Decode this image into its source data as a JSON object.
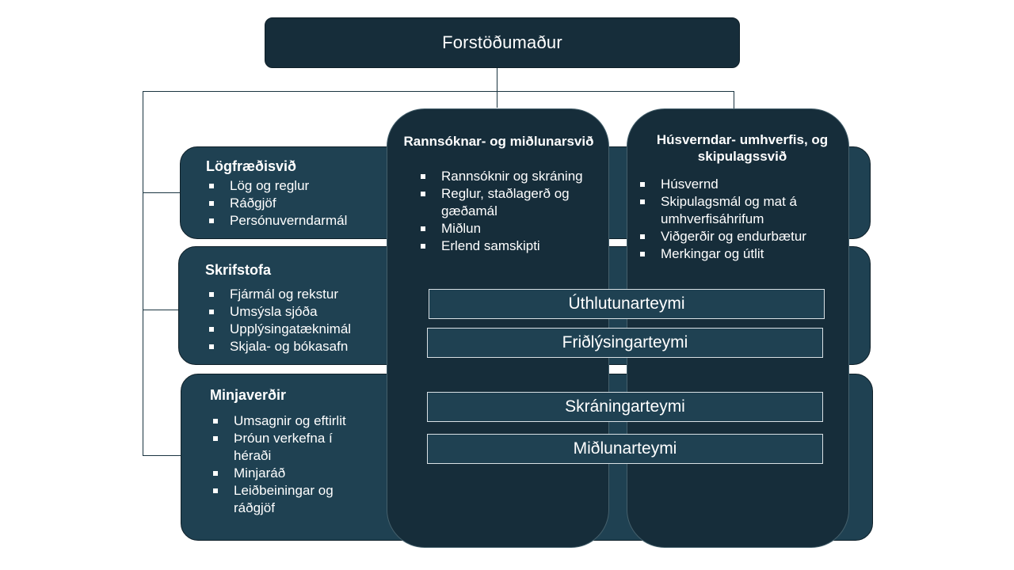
{
  "top": {
    "title": "Forstöðumaður"
  },
  "departments": [
    {
      "title": "Lögfræðisvið",
      "items": [
        "Lög og reglur",
        "Ráðgjöf",
        "Persónuverndarmál"
      ]
    },
    {
      "title": "Skrifstofa",
      "items": [
        "Fjármál og rekstur",
        "Umsýsla sjóða",
        "Upplýsingatæknimál",
        "Skjala- og bókasafn"
      ]
    },
    {
      "title": "Minjaverðir",
      "items": [
        "Umsagnir og eftirlit",
        "Þróun verkefna í héraði",
        "Minjaráð",
        "Leiðbeiningar og ráðgjöf"
      ]
    }
  ],
  "columns": [
    {
      "title": "Rannsóknar- og miðlunarsvið",
      "items": [
        "Rannsóknir og skráning",
        "Reglur, staðlagerð og gæðamál",
        "Miðlun",
        "Erlend samskipti"
      ]
    },
    {
      "title": "Húsverndar- umhverfis, og skipulagssvið",
      "items": [
        "Húsvernd",
        "Skipulagsmál og mat á umhverfisáhrifum",
        "Viðgerðir og endurbætur",
        "Merkingar og útlit"
      ]
    }
  ],
  "teams": [
    "Úthlutunarteymi",
    "Friðlýsingarteymi",
    "Skráningarteymi",
    "Miðlunarteymi"
  ]
}
